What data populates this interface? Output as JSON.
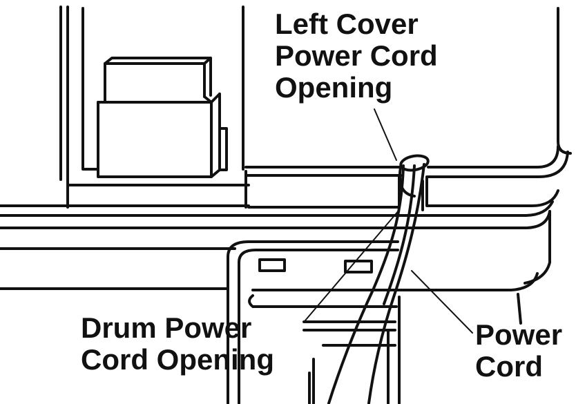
{
  "labels": {
    "left_cover_line1": "Left Cover",
    "left_cover_line2": "Power Cord",
    "left_cover_line3": "Opening",
    "drum_line1": "Drum Power",
    "drum_line2": "Cord Opening",
    "power_line1": "Power",
    "power_line2": "Cord"
  },
  "colors": {
    "line": "#111111",
    "background": "#ffffff"
  }
}
